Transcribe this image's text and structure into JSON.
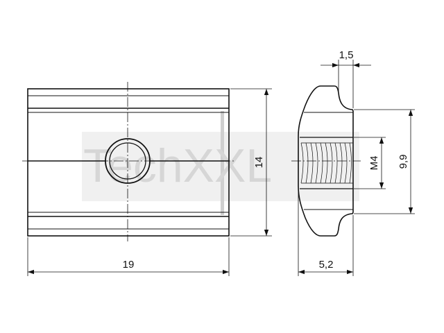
{
  "watermark": {
    "text": "TechXXL"
  },
  "dimensions": {
    "width_front": "19",
    "height_front": "14",
    "flange": "1,5",
    "thread": "M4",
    "height_side": "9,9",
    "depth_side": "5,2"
  },
  "colors": {
    "line": "#111111",
    "watermark": "#d6d6d6"
  }
}
